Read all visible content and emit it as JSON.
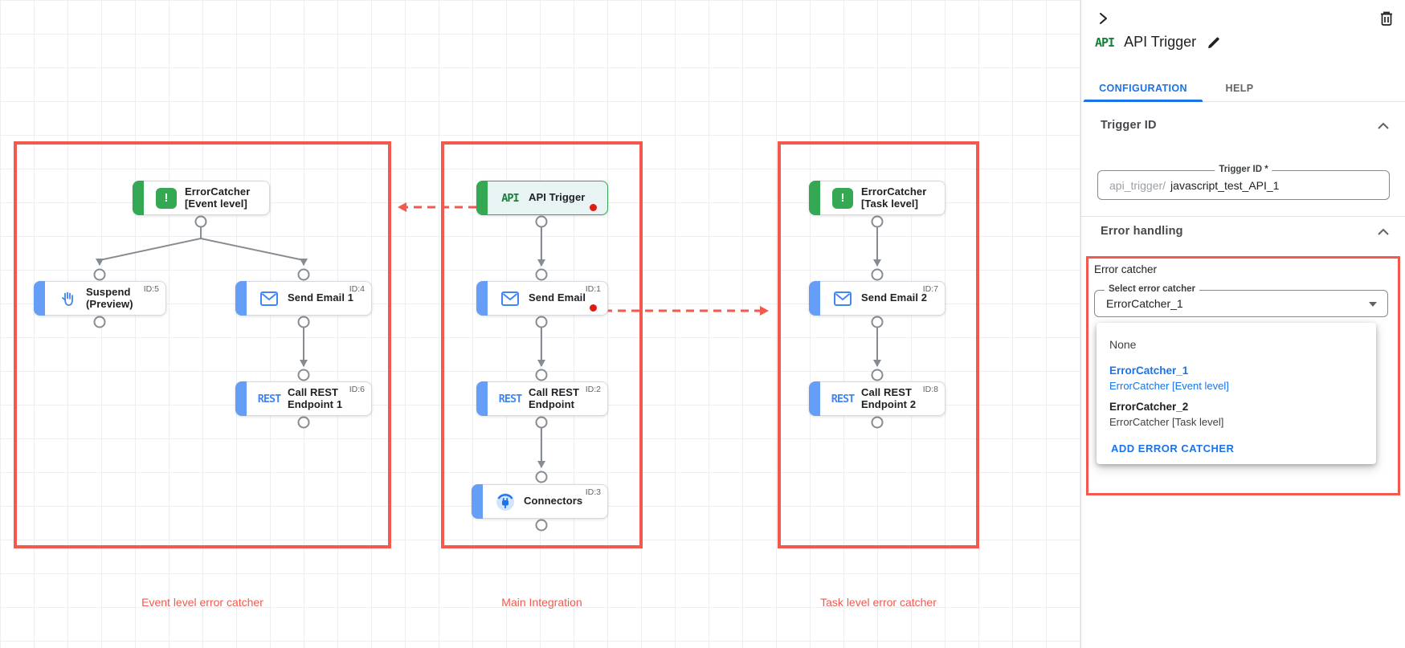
{
  "colors": {
    "annotation_red": "#f4594d",
    "dot_red": "#e01b12",
    "green": "#34a853",
    "blue": "#4285f4",
    "accent_blue": "#1a73e8"
  },
  "glyphs": {
    "exclamation": "!"
  },
  "canvas": {
    "groups": [
      {
        "label": "Event level error catcher"
      },
      {
        "label": "Main Integration"
      },
      {
        "label": "Task level error catcher"
      }
    ],
    "nodes": [
      {
        "line1": "ErrorCatcher",
        "line2": "[Event level]",
        "badge": ""
      },
      {
        "line1": "Suspend",
        "line2": "(Preview)",
        "badge": "ID:5"
      },
      {
        "line1": "Send Email 1",
        "line2": "",
        "badge": "ID:4"
      },
      {
        "line1": "Call REST",
        "line2": "Endpoint 1",
        "badge": "ID:6"
      },
      {
        "line1": "API Trigger",
        "line2": "",
        "badge": "",
        "icon_text": "API"
      },
      {
        "line1": "Send Email",
        "line2": "",
        "badge": "ID:1"
      },
      {
        "line1": "Call REST",
        "line2": "Endpoint",
        "badge": "ID:2"
      },
      {
        "line1": "Connectors",
        "line2": "",
        "badge": "ID:3"
      },
      {
        "line1": "ErrorCatcher",
        "line2": "[Task level]",
        "badge": ""
      },
      {
        "line1": "Send Email 2",
        "line2": "",
        "badge": "ID:7"
      },
      {
        "line1": "Call REST",
        "line2": "Endpoint 2",
        "badge": "ID:8"
      },
      {
        "rest_logo": "REST"
      }
    ]
  },
  "panel": {
    "title": "API Trigger",
    "logo_text": "API",
    "tabs": [
      {
        "label": "CONFIGURATION"
      },
      {
        "label": "HELP"
      }
    ],
    "trigger_id": {
      "section_title": "Trigger ID",
      "field_label": "Trigger ID *",
      "prefix": "api_trigger/",
      "value": "javascript_test_API_1"
    },
    "error_handling": {
      "section_title": "Error handling",
      "group_label": "Error catcher",
      "select_label": "Select error catcher",
      "select_value": "ErrorCatcher_1",
      "menu": {
        "none_label": "None",
        "options": [
          {
            "name": "ErrorCatcher_1",
            "desc": "ErrorCatcher [Event level]"
          },
          {
            "name": "ErrorCatcher_2",
            "desc": "ErrorCatcher [Task level]"
          }
        ],
        "add_label": "ADD ERROR CATCHER"
      }
    }
  }
}
